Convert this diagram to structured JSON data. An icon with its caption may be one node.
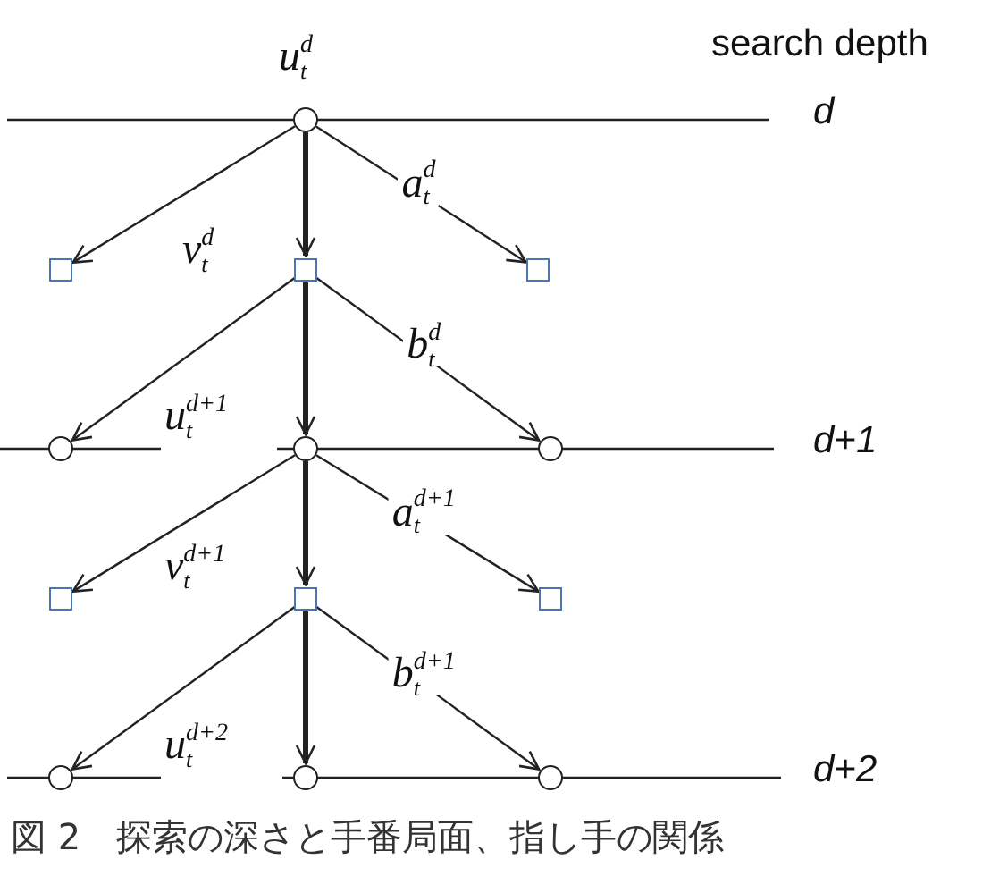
{
  "diagram": {
    "caption": "図 2　探索の深さと手番局面、指し手の関係",
    "nodes": [
      {
        "text": [],
        "shape": "circle",
        "beside": [
          "u$_{t}$$^{d}$"
        ]
      },
      {
        "text": [],
        "shape": "box"
      },
      {
        "text": [],
        "shape": "box",
        "beside": [
          "v$_{t}$$^{d}$"
        ]
      },
      {
        "text": [],
        "shape": "box"
      },
      {
        "text": [],
        "shape": "circle"
      },
      {
        "text": [],
        "shape": "circle",
        "beside": [
          "u$_{t}$$^{d+1}$"
        ]
      },
      {
        "text": [],
        "shape": "circle"
      },
      {
        "text": [],
        "shape": "box"
      },
      {
        "text": [],
        "shape": "box",
        "beside": [
          "v$_{t}$$^{d+1}$"
        ]
      },
      {
        "text": [],
        "shape": "box"
      },
      {
        "text": [],
        "shape": "circle"
      },
      {
        "text": [],
        "shape": "circle",
        "beside": [
          "u$_{t}$$^{d+2}$"
        ]
      },
      {
        "text": [],
        "shape": "circle"
      }
    ],
    "edges": [
      {
        "from": 0,
        "to": 1,
        "arrow": "to"
      },
      {
        "from": 0,
        "to": 2,
        "arrow": "to",
        "style": "thick"
      },
      {
        "from": 0,
        "to": 3,
        "arrow": "to",
        "label": "a$_{t}$$^{d}$"
      },
      {
        "from": 2,
        "to": 4,
        "arrow": "to"
      },
      {
        "from": 2,
        "to": 5,
        "arrow": "to",
        "style": "thick"
      },
      {
        "from": 2,
        "to": 6,
        "arrow": "to",
        "label": "b$_{t}$$^{d}$"
      },
      {
        "from": 5,
        "to": 7,
        "arrow": "to"
      },
      {
        "from": 5,
        "to": 8,
        "arrow": "to",
        "style": "thick"
      },
      {
        "from": 5,
        "to": 9,
        "arrow": "to",
        "label": "a$_{t}$$^{d+1}$"
      },
      {
        "from": 8,
        "to": 10,
        "arrow": "to"
      },
      {
        "from": 8,
        "to": 11,
        "arrow": "to",
        "style": "thick"
      },
      {
        "from": 8,
        "to": 12,
        "arrow": "to",
        "label": "b$_{t}$$^{d+1}$"
      }
    ],
    "labels": [
      "search depth",
      "d",
      "d+1",
      "d+2"
    ]
  }
}
